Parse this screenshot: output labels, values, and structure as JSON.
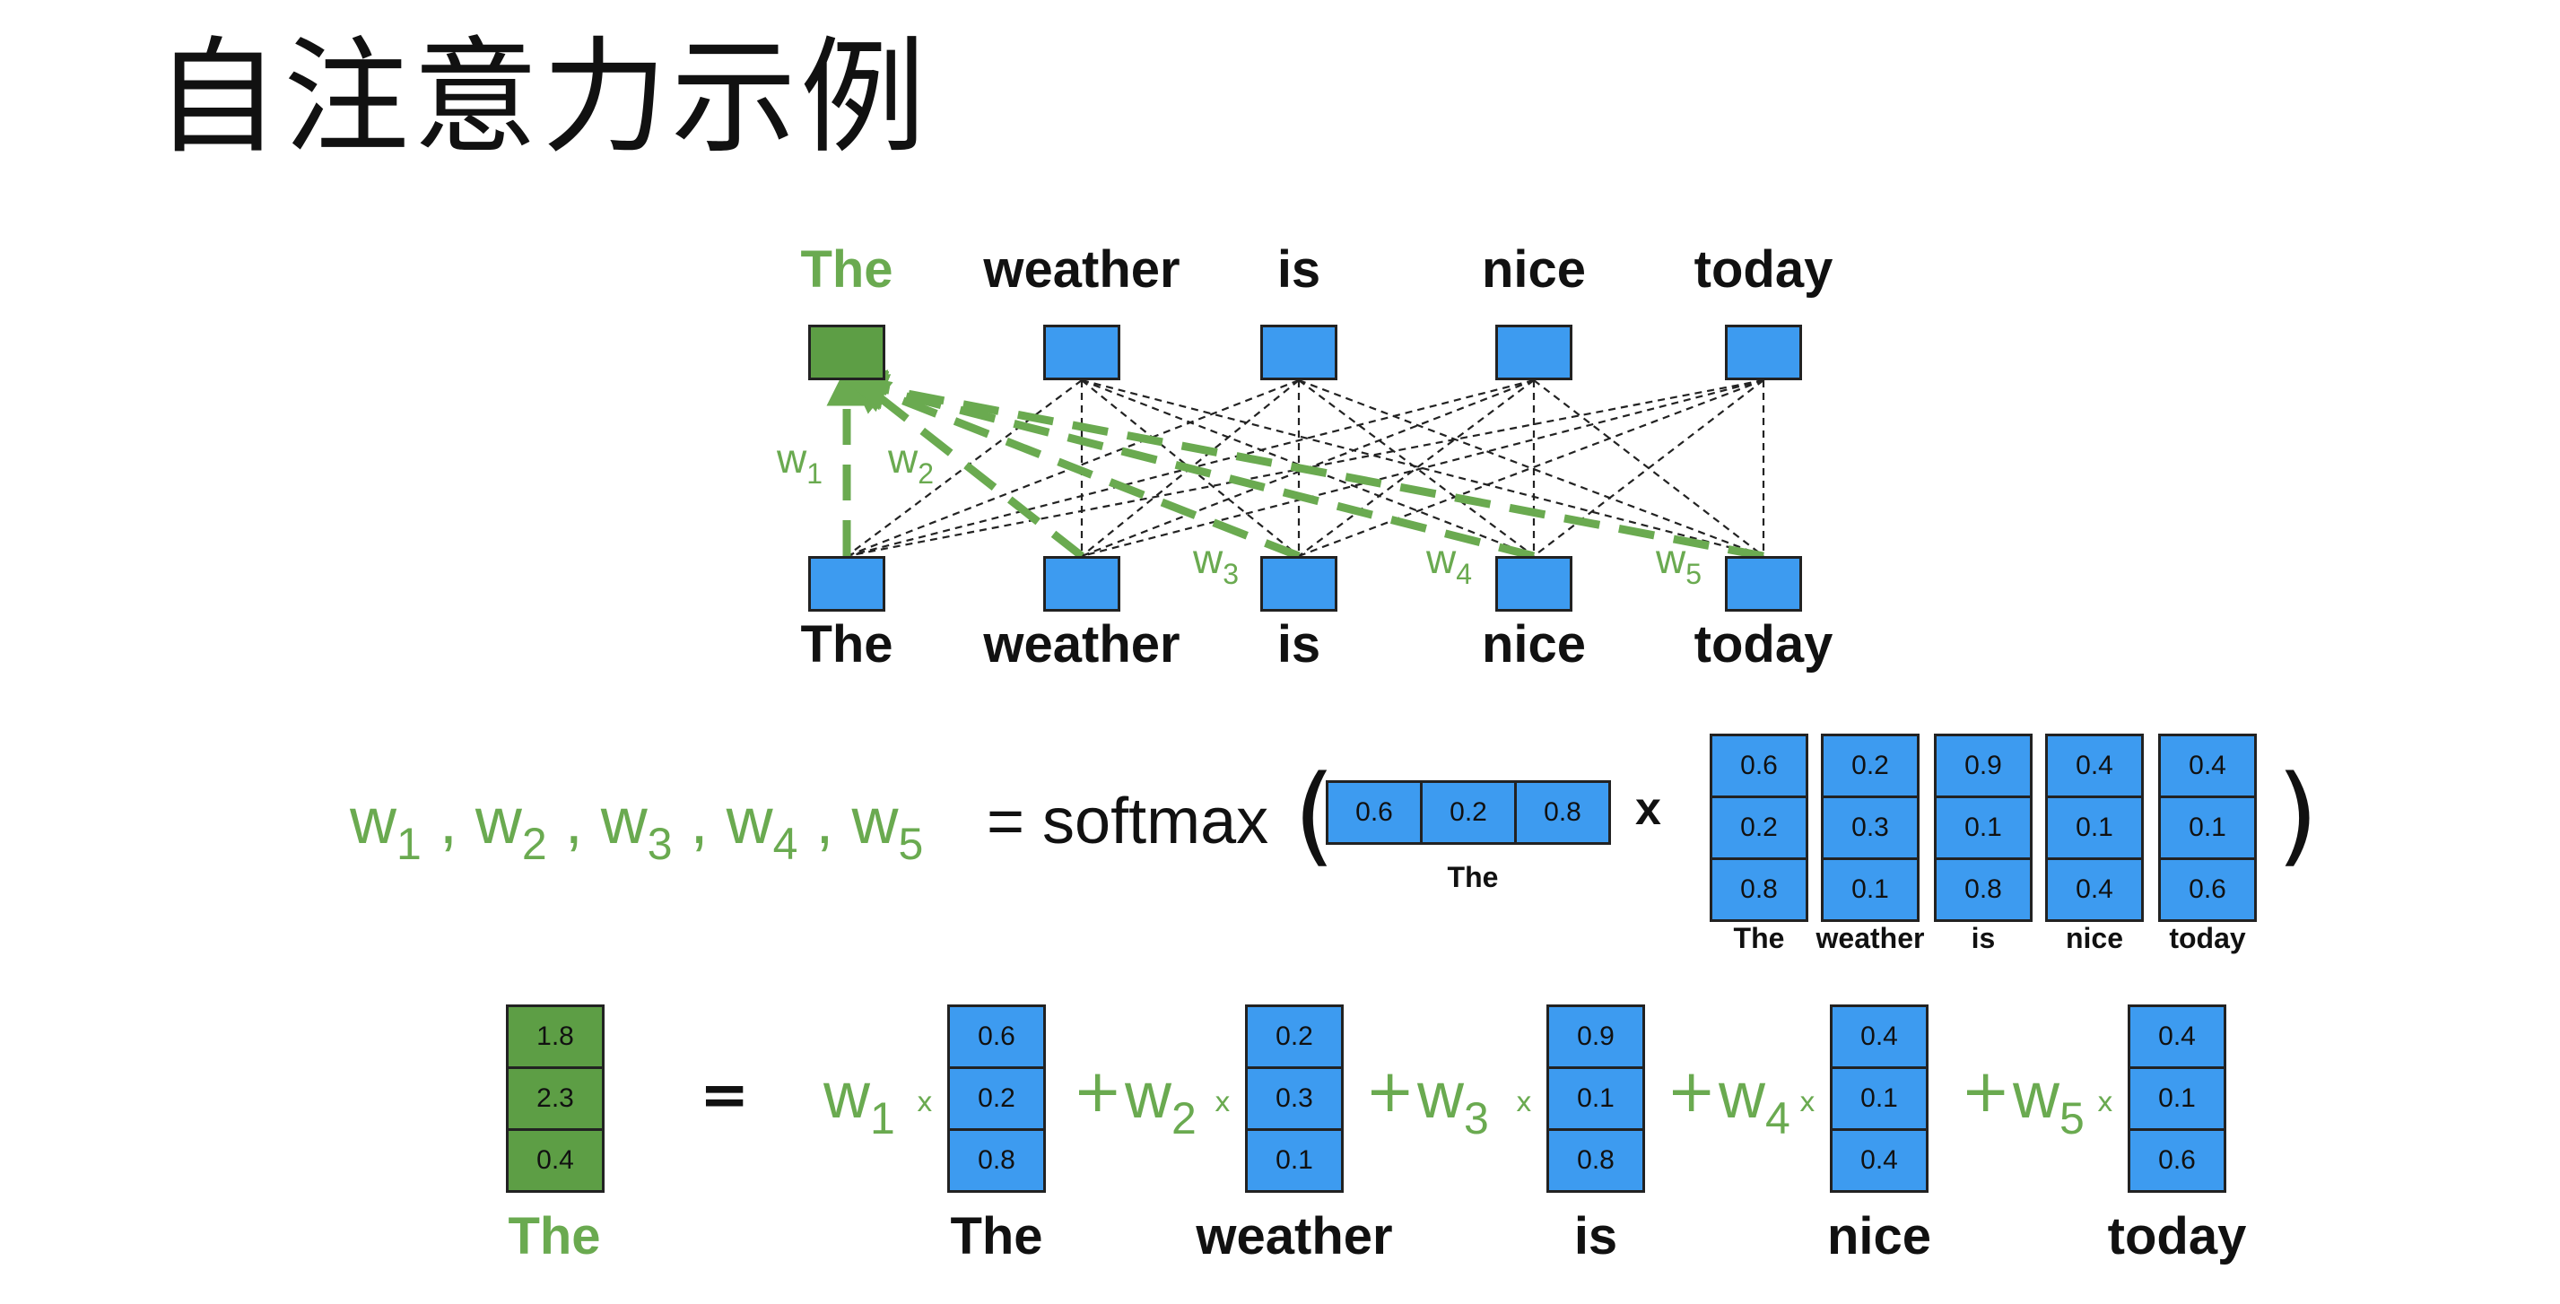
{
  "title": "自注意力示例",
  "top_words": [
    "The",
    "weather",
    "is",
    "nice",
    "today"
  ],
  "bottom_words": [
    "The",
    "weather",
    "is",
    "nice",
    "today"
  ],
  "weights": [
    {
      "w": "w",
      "sub": "1"
    },
    {
      "w": "w",
      "sub": "2"
    },
    {
      "w": "w",
      "sub": "3"
    },
    {
      "w": "w",
      "sub": "4"
    },
    {
      "w": "w",
      "sub": "5"
    }
  ],
  "equation1": {
    "lhs_sep": ",",
    "equals_softmax": "= softmax",
    "open_paren": "(",
    "close_paren": ")",
    "times": "x",
    "query_vector": [
      "0.6",
      "0.2",
      "0.8"
    ],
    "query_label": "The",
    "key_matrix": [
      {
        "label": "The",
        "values": [
          "0.6",
          "0.2",
          "0.8"
        ]
      },
      {
        "label": "weather",
        "values": [
          "0.2",
          "0.3",
          "0.1"
        ]
      },
      {
        "label": "is",
        "values": [
          "0.9",
          "0.1",
          "0.8"
        ]
      },
      {
        "label": "nice",
        "values": [
          "0.4",
          "0.1",
          "0.4"
        ]
      },
      {
        "label": "today",
        "values": [
          "0.4",
          "0.1",
          "0.6"
        ]
      }
    ]
  },
  "equation2": {
    "result_vector": [
      "1.8",
      "2.3",
      "0.4"
    ],
    "result_label": "The",
    "equals": "=",
    "plus": "+",
    "times": "x",
    "terms": [
      {
        "label": "The",
        "values": [
          "0.6",
          "0.2",
          "0.8"
        ]
      },
      {
        "label": "weather",
        "values": [
          "0.2",
          "0.3",
          "0.1"
        ]
      },
      {
        "label": "is",
        "values": [
          "0.9",
          "0.1",
          "0.8"
        ]
      },
      {
        "label": "nice",
        "values": [
          "0.4",
          "0.1",
          "0.4"
        ]
      },
      {
        "label": "today",
        "values": [
          "0.4",
          "0.1",
          "0.6"
        ]
      }
    ]
  },
  "colors": {
    "blue": "#3d9bf0",
    "green": "#5d9e45",
    "green_text": "#6aaa50"
  }
}
